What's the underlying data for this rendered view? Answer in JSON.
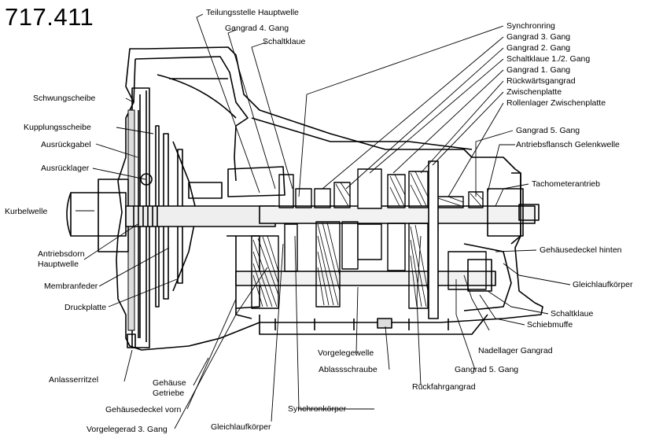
{
  "title": "717.411",
  "labels": {
    "teilungsstelle": "Teilungsstelle Hauptwelle",
    "gangrad4": "Gangrad 4. Gang",
    "schaltklaue_top": "Schaltklaue",
    "synchronring": "Synchronring",
    "gangrad3": "Gangrad 3. Gang",
    "gangrad2": "Gangrad 2. Gang",
    "schaltklaue12": "Schaltklaue 1./2. Gang",
    "gangrad1": "Gangrad 1. Gang",
    "rueckwaertsgangrad": "Rückwärtsgangrad",
    "zwischenplatte": "Zwischenplatte",
    "rollenlager": "Rollenlager Zwischenplatte",
    "gangrad5_top": "Gangrad 5. Gang",
    "antriebsflansch": "Antriebsflansch Gelenkwelle",
    "tachometer": "Tachometerantrieb",
    "gehaeusedeckel_hinten": "Gehäusedeckel hinten",
    "gleichlauf_right": "Gleichlaufkörper",
    "schaltklaue_right": "Schaltklaue",
    "schiebmuffe": "Schiebmuffe",
    "nadellager": "Nadellager Gangrad",
    "gangrad5_bottom": "Gangrad 5. Gang",
    "rueckfahrgangrad": "Rückfahrgangrad",
    "synchronkoerper": "Synchronkörper",
    "gleichlauf_bottom": "Gleichlaufkörper",
    "vorgelegerad": "Vorgelegerad 3. Gang",
    "gehaeusedeckel_vorn": "Gehäusedeckel vorn",
    "gehaeuse_line1": "Gehäuse",
    "gehaeuse_line2": "Getriebe",
    "anlasserritzel": "Anlasserritzel",
    "vorgelegewelle": "Vorgelegewelle",
    "ablassschraube": "Ablassschraube",
    "druckplatte": "Druckplatte",
    "membranfeder": "Membranfeder",
    "antriebsdorn_line1": "Antriebsdorn",
    "antriebsdorn_line2": "Hauptwelle",
    "kurbelwelle": "Kurbelwelle",
    "ausruecklager": "Ausrücklager",
    "ausrueckgabel": "Ausrückgabel",
    "kupplungsscheibe": "Kupplungsscheibe",
    "schwungscheibe": "Schwungscheibe"
  }
}
